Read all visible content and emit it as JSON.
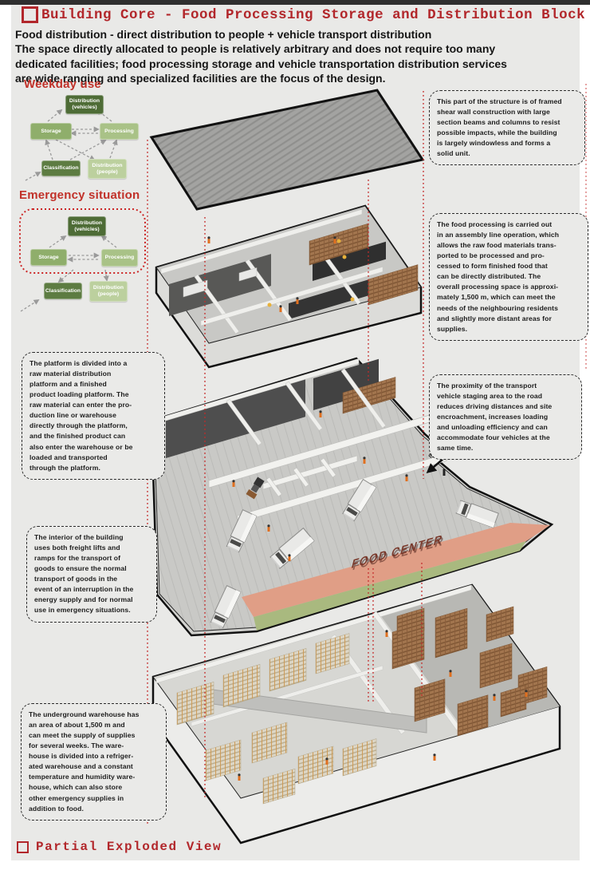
{
  "page": {
    "title": "Building Core - Food Processing Storage and Distribution Block",
    "intro": "Food distribution - direct distribution to people + vehicle transport distribution\nThe space directly allocated to people is relatively arbitrary and does not require too many\ndedicated facilities; food processing storage and vehicle transportation distribution services\nare wide ranging and specialized facilities are the focus of the design.",
    "footer_caption": "Partial Exploded View"
  },
  "headings": {
    "weekday": "Weekday use",
    "emergency": "Emergency situation"
  },
  "flow": {
    "distribution_vehicles": "Distribution\n(vehicles)",
    "storage": "Storage",
    "processing": "Processing",
    "classification": "Classification",
    "distribution_people": "Distribution\n(people)"
  },
  "annotations": {
    "structure": "This part of the structure is of framed\nshear wall construction with large\nsection beams and columns to resist\npossible impacts, while the building\nis largely windowless and forms a\nsolid unit.",
    "processing": "The food processing is carried out\nin an assembly line operation, which\nallows the raw food materials trans-\nported to be processed and pro-\ncessed to form finished food that\ncan be directly distributed. The\noverall processing space is approxi-\nmately 1,500 m, which can meet the\nneeds of the neighbouring residents\nand slightly more distant areas for\nsupplies.",
    "staging": "The proximity of the transport\nvehicle staging area to the road\nreduces driving distances and site\nencroachment, increases loading\nand unloading efficiency and can\naccommodate four vehicles at the\nsame time.",
    "platform": "The platform is divided into a\nraw material distribution\nplatform and a finished\nproduct loading platform. The\nraw material can enter the pro-\nduction line or warehouse\ndirectly through the platform,\nand the finished product can\nalso enter the warehouse or be\nloaded and transported\nthrough the platform.",
    "interior": "The interior of the building\nuses both freight lifts and\nramps for the transport of\ngoods to ensure the normal\ntransport of goods in the\nevent of an interruption in the\nenergy supply and for normal\nuse in emergency situations.",
    "warehouse": "The underground warehouse has\nan area of about 1,500 m and\ncan meet the supply of supplies\nfor several weeks. The ware-\nhouse is divided into a refriger-\nated warehouse and a constant\ntemperature and humidity ware-\nhouse, which can also store\nother emergency supplies in\naddition to food."
  },
  "scene": {
    "ground_sign": "FOOD CENTER"
  },
  "colors": {
    "accent_red": "#b2272b",
    "node_dark_green": "#4e6c36",
    "node_mid_green": "#8fae6b",
    "node_light_green": "#a9c287",
    "node_classification_green": "#5d7c42",
    "node_pale_green": "#bcd09e",
    "salmon_road": "#e09e86",
    "lawn_green": "#a9b97f",
    "sign_brown": "#79392b",
    "connector_red": "#c42a2a"
  }
}
